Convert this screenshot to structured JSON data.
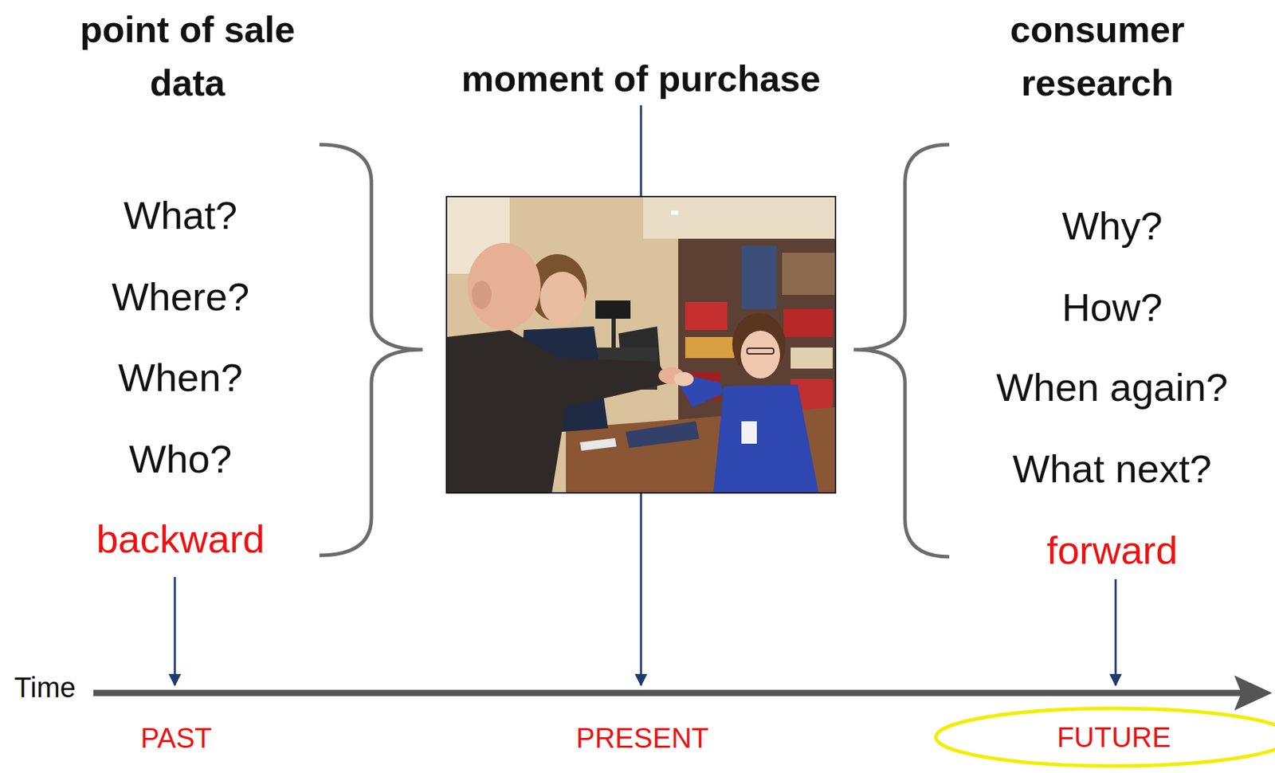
{
  "diagram": {
    "nodes": [
      {
        "text": [
          "FUTURE"
        ]
      }
    ],
    "labels": [
      "point of sale data",
      "moment of purchase",
      "consumer research",
      "What?",
      "Where?",
      "When?",
      "Who?",
      "backward",
      "Why?",
      "How?",
      "When again?",
      "What next?",
      "forward",
      "Time",
      "PAST",
      "PRESENT"
    ]
  }
}
